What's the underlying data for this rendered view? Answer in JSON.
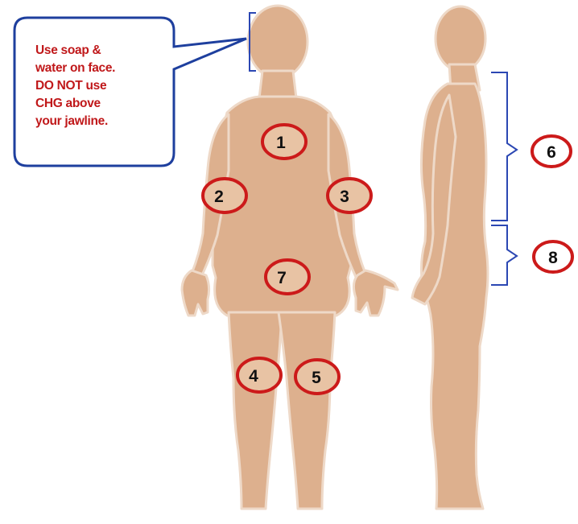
{
  "callout": {
    "lines": [
      "Use soap &",
      "water on face.",
      "DO NOT use",
      "CHG above",
      "your jawline."
    ]
  },
  "markers": {
    "m1": "1",
    "m2": "2",
    "m3": "3",
    "m4": "4",
    "m5": "5",
    "m6": "6",
    "m7": "7",
    "m8": "8"
  },
  "colors": {
    "skin": "#ddb08e",
    "skin_outline": "#eed9c8",
    "marker_ring": "#cc1a1a",
    "callout_border": "#1e3f9e",
    "bracket": "#2b47b3",
    "callout_text": "#c0181a"
  }
}
